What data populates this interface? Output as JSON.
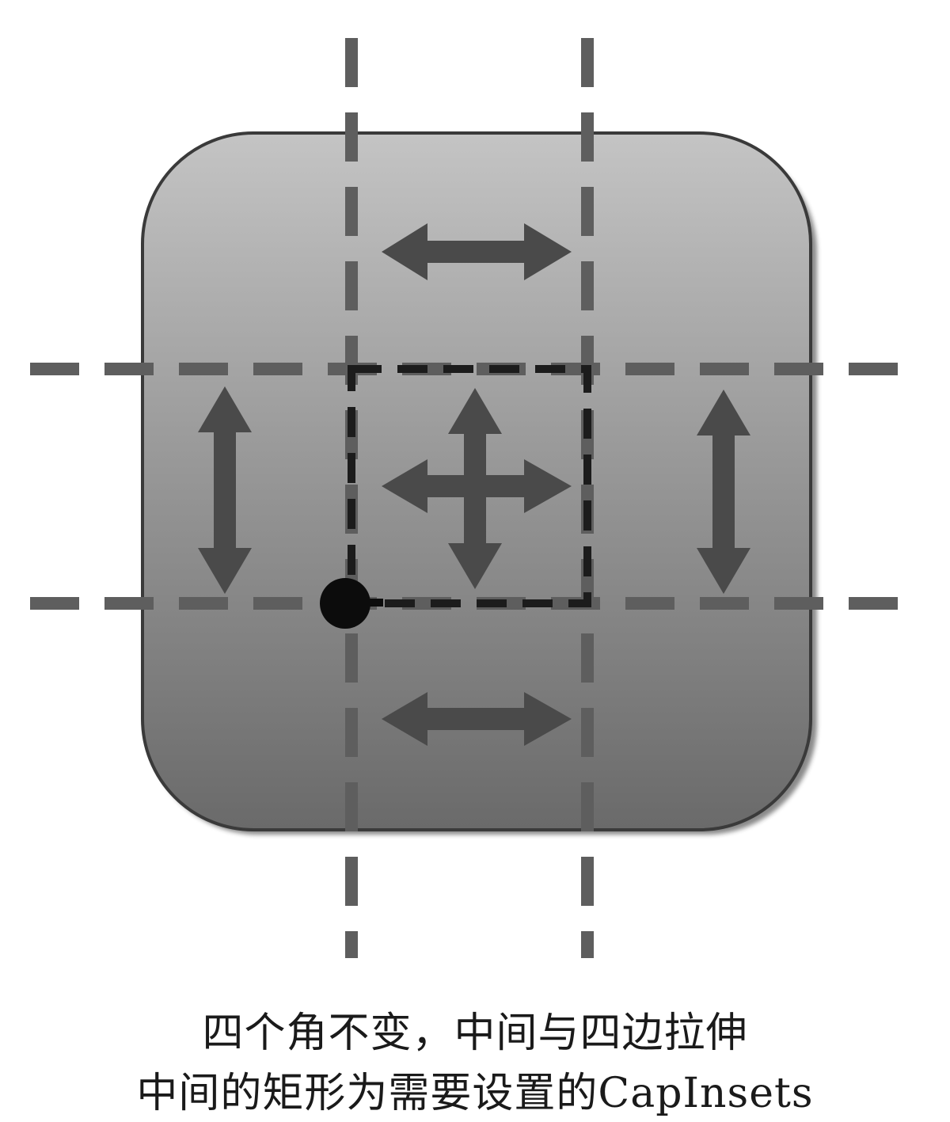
{
  "caption": {
    "line1": "四个角不变，中间与四边拉伸",
    "line2": "中间的矩形为需要设置的CapInsets"
  },
  "colors": {
    "guide_line": "#5e5e5e",
    "inset_rect": "#1c1c1c",
    "arrow": "#4a4a4a",
    "tile_light": "#bdbdbd",
    "tile_dark": "#6a6a6a"
  },
  "icons": {
    "tile": "rounded-square-tile",
    "horizontal_arrow": "double-arrow-horizontal",
    "vertical_arrow": "double-arrow-vertical",
    "origin_marker": "dot-marker"
  }
}
